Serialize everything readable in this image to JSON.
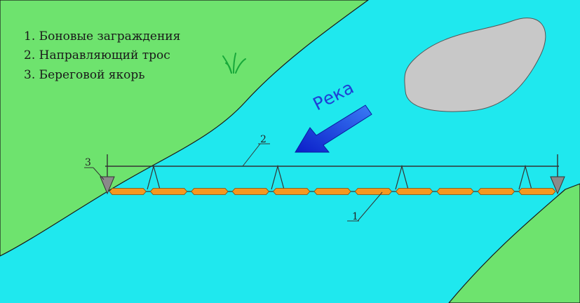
{
  "legend": {
    "items": [
      "1. Боновые заграждения",
      "2. Направляющий трос",
      "3. Береговой якорь"
    ]
  },
  "river_label": "Река",
  "callouts": {
    "boom": "1",
    "cable": "2",
    "anchor": "3"
  },
  "boom_segment_count": 11,
  "colors": {
    "water": "#1fe8ee",
    "bank": "#6ee36e",
    "island": "#c8c8c8",
    "boom": "#f5981f",
    "arrow": "#1a3fe6",
    "anchor": "#8a8a8a",
    "line": "#333333"
  }
}
